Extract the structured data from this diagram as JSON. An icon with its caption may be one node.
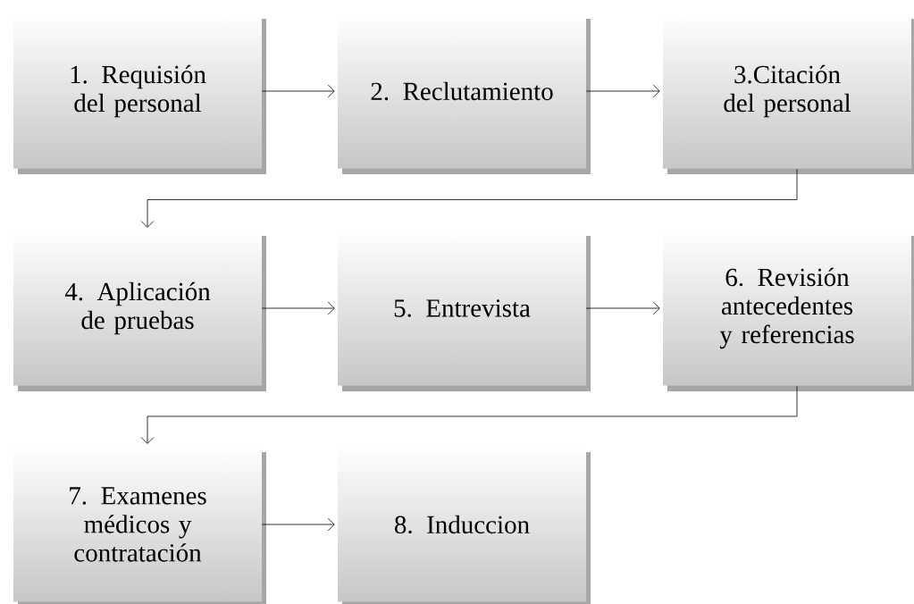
{
  "diagram": {
    "nodes": [
      {
        "text": [
          "1. Requisión del personal"
        ]
      },
      {
        "text": [
          "2. Reclutamiento"
        ]
      },
      {
        "text": [
          "3.Citación del personal"
        ]
      },
      {
        "text": [
          "4. Aplicación de pruebas"
        ]
      },
      {
        "text": [
          "5. Entrevista"
        ]
      },
      {
        "text": [
          "6. Revisión antecedentes y referencias"
        ]
      },
      {
        "text": [
          "7. Examenes médicos y contratación"
        ]
      },
      {
        "text": [
          "8. Induccion"
        ]
      }
    ],
    "edges": [
      {
        "from": 0,
        "to": 1,
        "arrow": "to"
      },
      {
        "from": 1,
        "to": 2,
        "arrow": "to"
      },
      {
        "from": 2,
        "to": 3,
        "arrow": "to"
      },
      {
        "from": 3,
        "to": 4,
        "arrow": "to"
      },
      {
        "from": 4,
        "to": 5,
        "arrow": "to"
      },
      {
        "from": 5,
        "to": 6,
        "arrow": "to"
      },
      {
        "from": 6,
        "to": 7,
        "arrow": "to"
      }
    ]
  }
}
